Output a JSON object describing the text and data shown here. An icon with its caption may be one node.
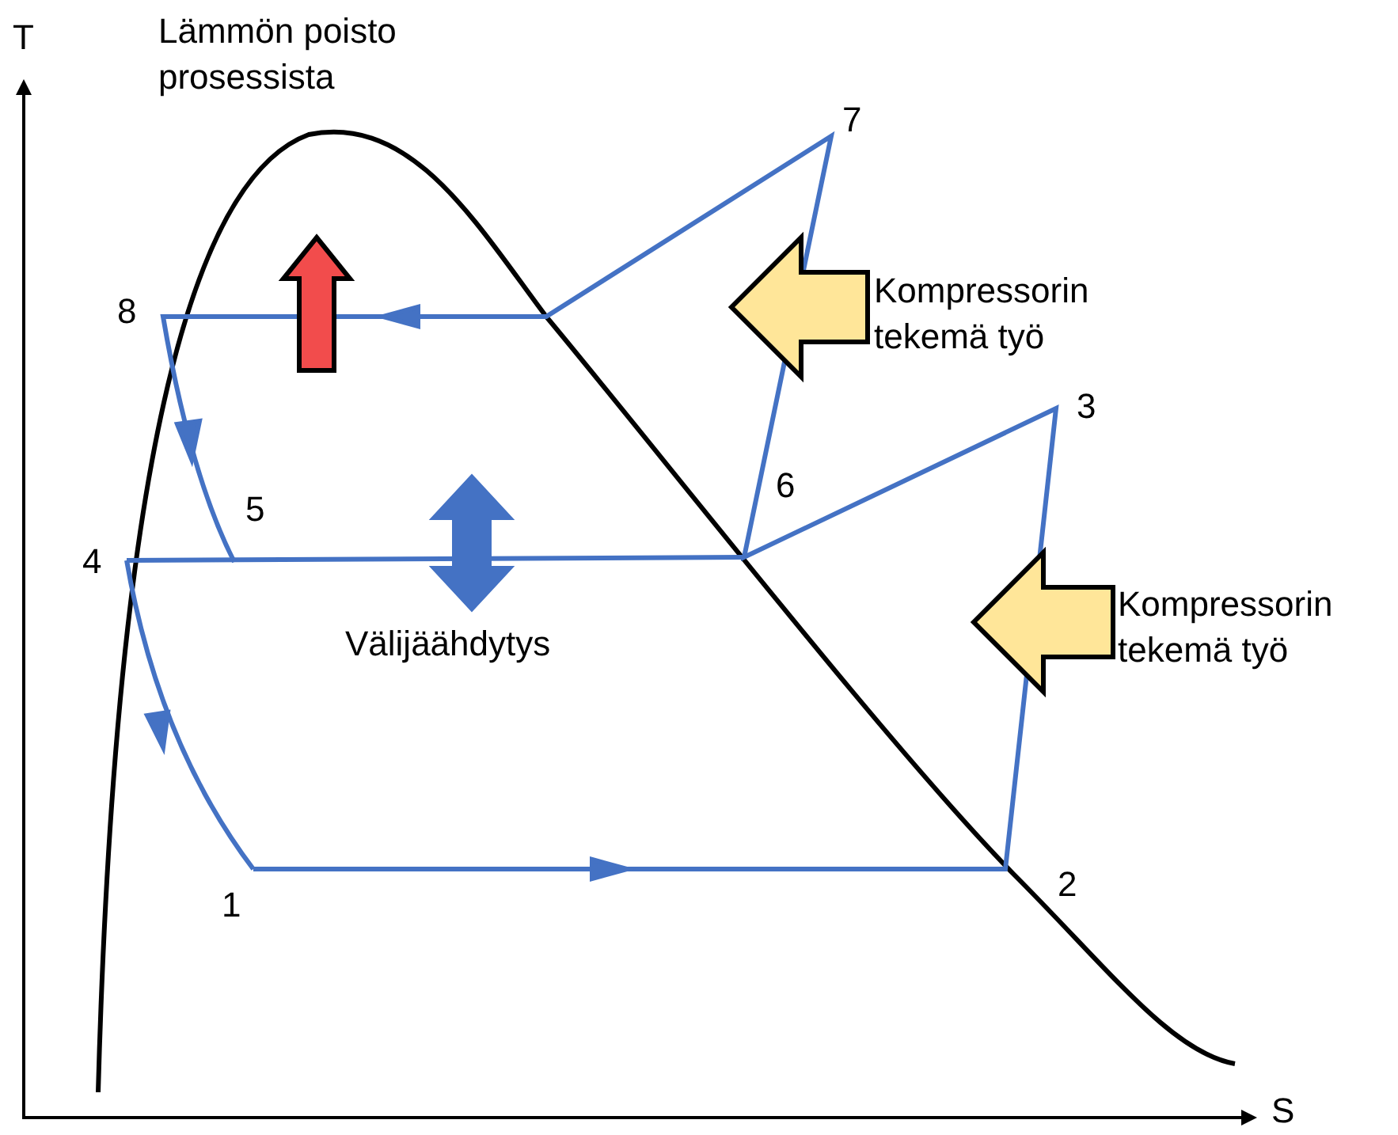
{
  "diagram": {
    "labels": [
      "T",
      "Lämmön poisto prosessista",
      "7",
      "8",
      "Kompressorin tekemä työ",
      "3",
      "6",
      "5",
      "4",
      "Kompressorin tekemä työ",
      "Välijäähdytys",
      "1",
      "2",
      "S"
    ]
  }
}
